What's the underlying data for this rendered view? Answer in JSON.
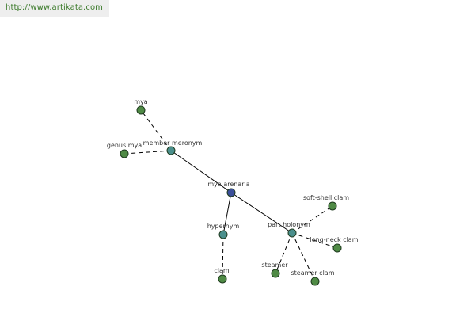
{
  "header": {
    "url": "http://www.artikata.com"
  },
  "colors": {
    "root": "#3b4f9a",
    "relation": "#4a8f8c",
    "leaf": "#4f8a45",
    "url_text": "#3b7a2a",
    "url_bg": "#eeeeee"
  },
  "graph": {
    "nodes": [
      {
        "id": "mya-arenaria",
        "label": "mya arenaria",
        "kind": "root"
      },
      {
        "id": "member-meronym",
        "label": "member meronym",
        "kind": "relation"
      },
      {
        "id": "hypernym",
        "label": "hypernym",
        "kind": "relation"
      },
      {
        "id": "part-holonym",
        "label": "part holonym",
        "kind": "relation"
      },
      {
        "id": "mya",
        "label": "mya",
        "kind": "leaf"
      },
      {
        "id": "genus-mya",
        "label": "genus mya",
        "kind": "leaf"
      },
      {
        "id": "clam",
        "label": "clam",
        "kind": "leaf"
      },
      {
        "id": "soft-shell-clam",
        "label": "soft-shell clam",
        "kind": "leaf"
      },
      {
        "id": "long-neck-clam",
        "label": "long-neck clam",
        "kind": "leaf"
      },
      {
        "id": "steamer",
        "label": "steamer",
        "kind": "leaf"
      },
      {
        "id": "steamer-clam",
        "label": "steamer clam",
        "kind": "leaf"
      }
    ],
    "edges": [
      {
        "from": "mya-arenaria",
        "to": "member-meronym",
        "style": "solid"
      },
      {
        "from": "mya-arenaria",
        "to": "hypernym",
        "style": "solid"
      },
      {
        "from": "mya-arenaria",
        "to": "part-holonym",
        "style": "solid"
      },
      {
        "from": "member-meronym",
        "to": "mya",
        "style": "dashed"
      },
      {
        "from": "member-meronym",
        "to": "genus-mya",
        "style": "dashed"
      },
      {
        "from": "hypernym",
        "to": "clam",
        "style": "dashed"
      },
      {
        "from": "part-holonym",
        "to": "soft-shell-clam",
        "style": "dashed"
      },
      {
        "from": "part-holonym",
        "to": "long-neck-clam",
        "style": "dashed"
      },
      {
        "from": "part-holonym",
        "to": "steamer",
        "style": "dashed"
      },
      {
        "from": "part-holonym",
        "to": "steamer-clam",
        "style": "dashed"
      }
    ]
  }
}
